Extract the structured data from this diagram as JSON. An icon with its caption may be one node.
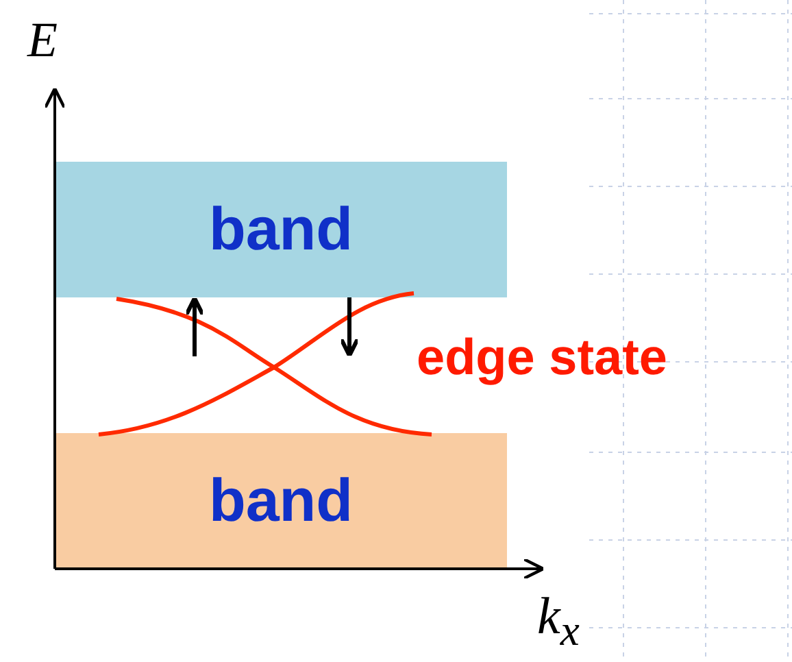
{
  "diagram": {
    "nodes": [
      {
        "text": [
          "band"
        ]
      },
      {
        "text": [
          "band"
        ]
      }
    ],
    "labels": [
      "E",
      "k$_{x}$",
      "edge state"
    ]
  }
}
